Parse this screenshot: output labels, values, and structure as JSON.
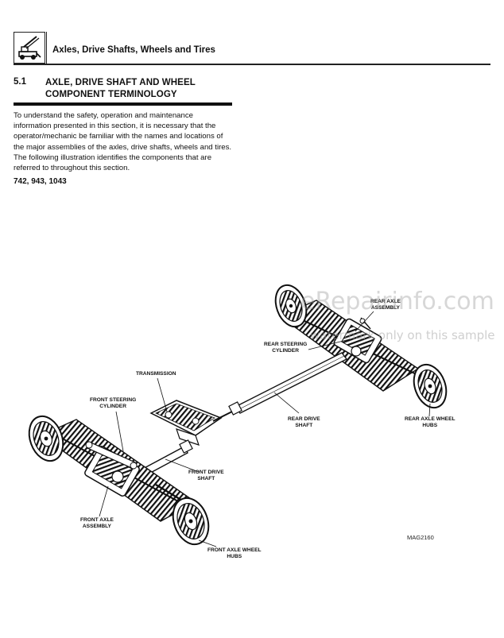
{
  "header": {
    "title": "Axles, Drive Shafts, Wheels and Tires",
    "icon": "forklift-icon"
  },
  "section": {
    "number": "5.1",
    "heading": "AXLE, DRIVE SHAFT AND WHEEL COMPONENT TERMINOLOGY",
    "intro": "To understand the safety, operation and maintenance information presented in this section, it is necessary that the operator/mechanic be familiar with the names and locations of the major assemblies of the axles, drive shafts, wheels and tires. The following illustration identifies the components that are referred to throughout this section.",
    "models": "742, 943, 1043"
  },
  "diagram": {
    "labels": {
      "rear_axle_assembly": "REAR AXLE\nASSEMBLY",
      "rear_steering_cylinder": "REAR STEERING\nCYLINDER",
      "transmission": "TRANSMISSION",
      "front_steering_cylinder": "FRONT STEERING\nCYLINDER",
      "rear_drive_shaft": "REAR DRIVE\nSHAFT",
      "rear_axle_wheel_hubs": "REAR AXLE WHEEL\nHUBS",
      "front_drive_shaft": "FRONT DRIVE\nSHAFT",
      "front_axle_assembly": "FRONT AXLE\nASSEMBLY",
      "front_axle_wheel_hubs": "FRONT AXLE WHEEL\nHUBS"
    },
    "figure_code": "MAG2160"
  },
  "watermark": {
    "text": "eRepairinfo.com",
    "sub": "watermark only on this sample"
  }
}
